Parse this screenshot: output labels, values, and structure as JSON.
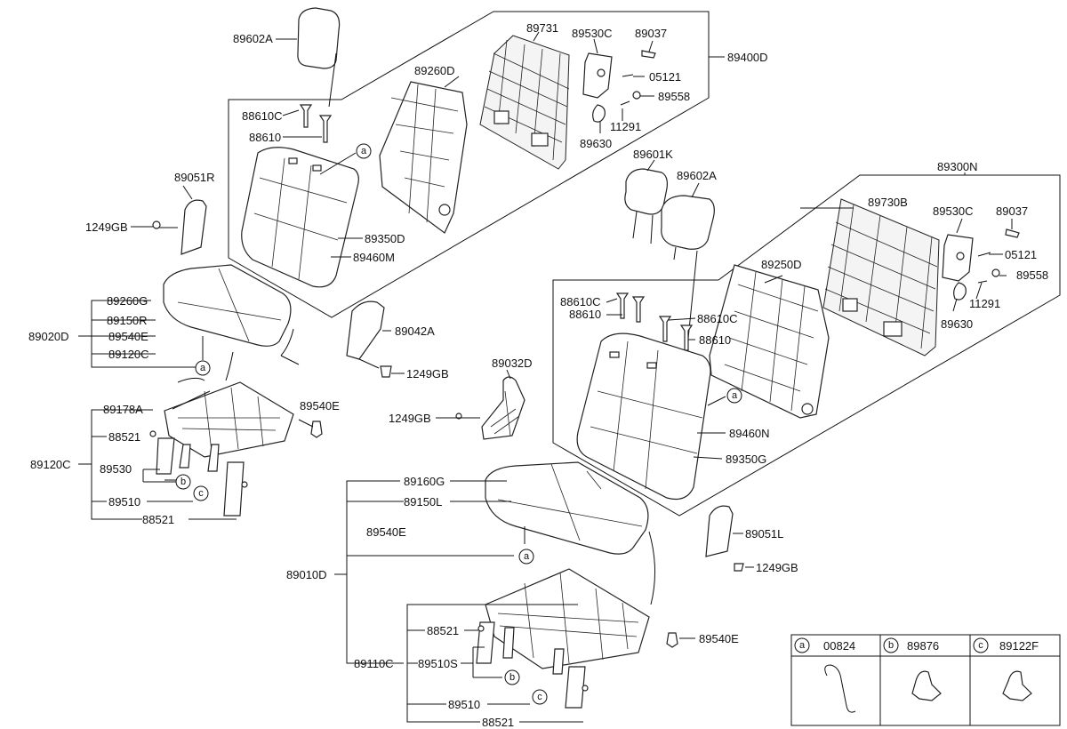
{
  "labels": {
    "hr_left": "89602A",
    "frame_left": "89260D",
    "back_panel_left": "89731",
    "latch_left": "89530C",
    "pin_left": "89037",
    "group_left_back": "89400D",
    "screw_left": "05121",
    "nut_left": "89558",
    "bolt_left": "11291",
    "striker_left": "89630",
    "guide_c_left": "88610C",
    "guide_left": "88610",
    "pad_left": "89350D",
    "cover_left": "89460M",
    "trim_r_left": "89051R",
    "bolt_1249_left": "1249GB",
    "cush_cover_left": "89260G",
    "cush_pad_left": "89150R",
    "heater_left": "89540E",
    "cush_frame_left": "89120C",
    "cush_group_left": "89020D",
    "cable_left": "89178A",
    "bolt_88521_left": "88521",
    "recliner_cov_left": "89530",
    "recliner_cov2_left": "89510",
    "bolt_88521_left2": "88521",
    "side_trim_mid": "89042A",
    "bolt_1249_mid": "1249GB",
    "hinge_trim_mid": "89032D",
    "bolt_1249_mid2": "1249GB",
    "heater_mid": "89540E",
    "frame_left_bottom": "89120C",
    "hr_right_k": "89601K",
    "hr_right_a": "89602A",
    "group_right_back": "89300N",
    "back_panel_right": "89730B",
    "latch_right": "89530C",
    "pin_right": "89037",
    "screw_right": "05121",
    "nut_right": "89558",
    "bolt_right": "11291",
    "striker_right": "89630",
    "frame_right": "89250D",
    "guide_c_right1": "88610C",
    "guide_right1": "88610",
    "guide_c_right2": "88610C",
    "guide_right2": "88610",
    "cover_right": "89460N",
    "pad_right": "89350G",
    "trim_l_right": "89051L",
    "bolt_1249_right": "1249GB",
    "cush_cover_right": "89160G",
    "cush_pad_right": "89150L",
    "heater_right_cush": "89540E",
    "cush_group_right": "89010D",
    "bolt_88521_right": "88521",
    "frame_right_bottom": "89110C",
    "recliner_cov_right": "89510S",
    "recliner_cov2_right": "89510",
    "bolt_88521_right2": "88521",
    "heater_right": "89540E"
  },
  "callouts": {
    "a": "a",
    "b": "b",
    "c": "c"
  },
  "legend": {
    "items": [
      {
        "letter": "a",
        "part": "00824"
      },
      {
        "letter": "b",
        "part": "89876"
      },
      {
        "letter": "c",
        "part": "89122F"
      }
    ]
  }
}
